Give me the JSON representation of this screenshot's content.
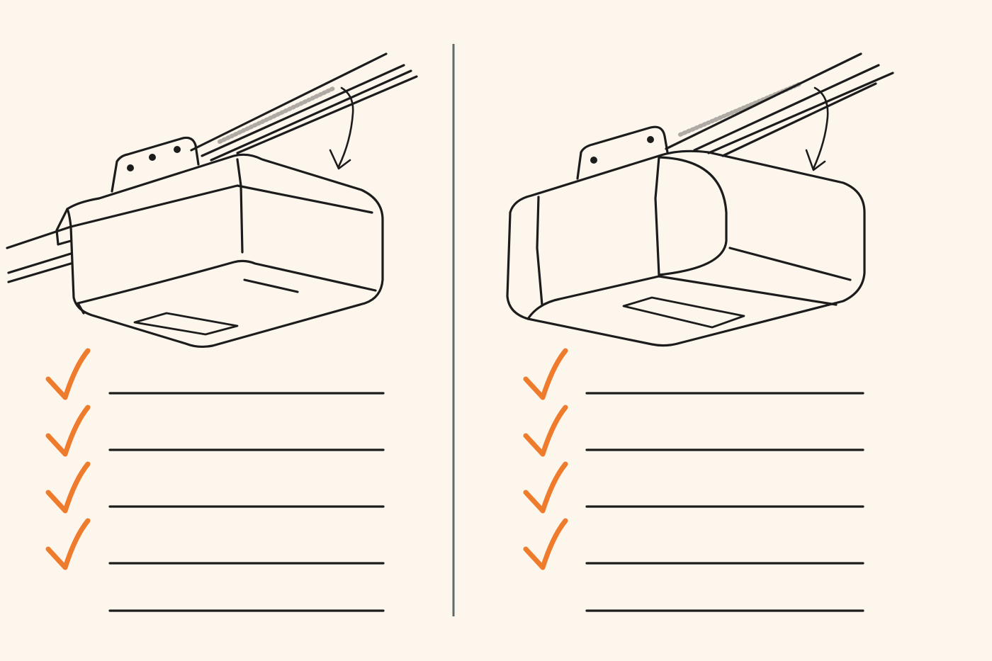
{
  "colors": {
    "background": "#fdf6ec",
    "ink": "#1c1c1c",
    "check": "#ef7b2d",
    "divider": "#5f6b6b"
  },
  "panels": [
    {
      "id": "left",
      "illustration": "garage-door-opener-chain-drive",
      "checklist_items": 4,
      "blank_lines": 5
    },
    {
      "id": "right",
      "illustration": "garage-door-opener-belt-drive",
      "checklist_items": 4,
      "blank_lines": 5
    }
  ]
}
